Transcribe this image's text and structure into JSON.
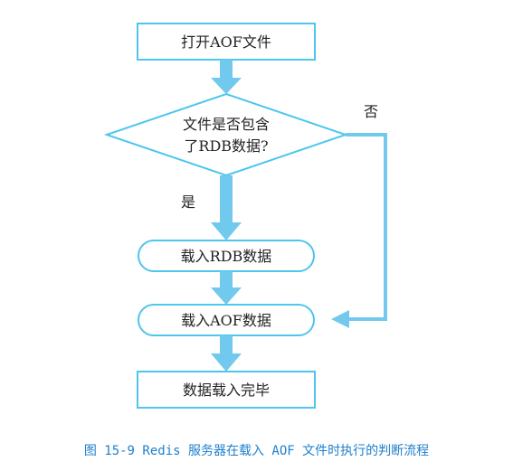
{
  "colors": {
    "node_stroke": "#4cc6ee",
    "arrow": "#72c9ee",
    "text": "#222222",
    "caption": "#1e7fcc"
  },
  "flowchart": {
    "start": "打开AOF文件",
    "decision_line1": "文件是否包含",
    "decision_line2": "了RDB数据?",
    "yes_label": "是",
    "no_label": "否",
    "load_rdb": "载入RDB数据",
    "load_aof": "载入AOF数据",
    "end": "数据载入完毕"
  },
  "caption": "图 15-9 Redis 服务器在载入 AOF 文件时执行的判断流程"
}
